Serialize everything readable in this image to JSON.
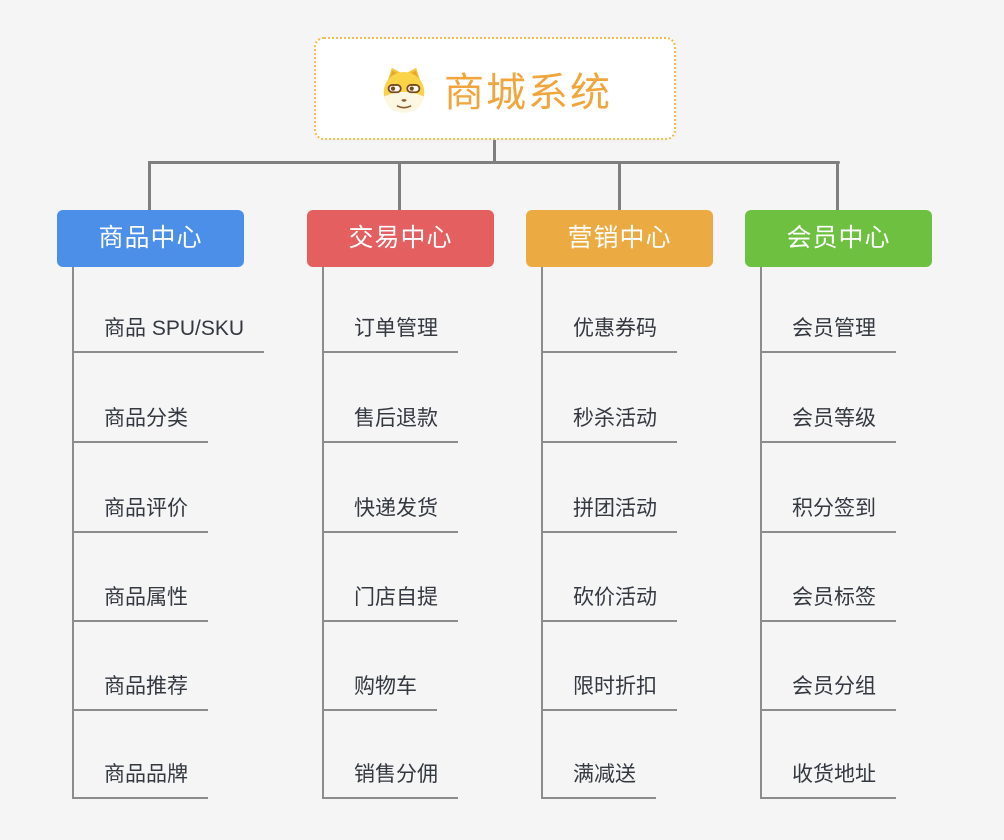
{
  "root": {
    "label": "商城系统",
    "icon": "doge-face-icon",
    "text_color": "#f0a63c",
    "border_color": "#f6b94f"
  },
  "branches": [
    {
      "label": "商品中心",
      "color": "#4b8fe8",
      "children": [
        "商品 SPU/SKU",
        "商品分类",
        "商品评价",
        "商品属性",
        "商品推荐",
        "商品品牌"
      ]
    },
    {
      "label": "交易中心",
      "color": "#e45f5f",
      "children": [
        "订单管理",
        "售后退款",
        "快递发货",
        "门店自提",
        "购物车",
        "销售分佣"
      ]
    },
    {
      "label": "营销中心",
      "color": "#ebab42",
      "children": [
        "优惠券码",
        "秒杀活动",
        "拼团活动",
        "砍价活动",
        "限时折扣",
        "满减送"
      ]
    },
    {
      "label": "会员中心",
      "color": "#6ec140",
      "children": [
        "会员管理",
        "会员等级",
        "积分签到",
        "会员标签",
        "会员分组",
        "收货地址"
      ]
    }
  ],
  "colors": {
    "background": "#f5f5f5",
    "connector": "#7f7f7f",
    "child_line": "#8c8c8c",
    "child_text": "#343840",
    "root_background": "#ffffff"
  }
}
